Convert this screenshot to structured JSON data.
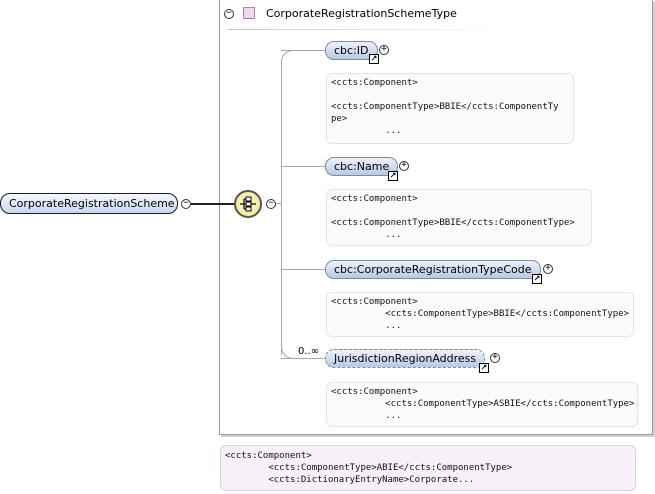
{
  "type": {
    "name": "CorporateRegistrationSchemeType",
    "collapse_symbol": "−"
  },
  "root": {
    "name": "CorporateRegistrationScheme",
    "collapse_symbol": "−"
  },
  "sequence": {
    "collapse_symbol": "−"
  },
  "children": [
    {
      "name": "cbc:ID",
      "expand_symbol": "+",
      "annotation": "<ccts:Component>\n\n<ccts:ComponentType>BBIE</ccts:ComponentTy\npe>\n          ..."
    },
    {
      "name": "cbc:Name",
      "expand_symbol": "+",
      "annotation": "<ccts:Component>\n\n<ccts:ComponentType>BBIE</ccts:ComponentType>\n          ..."
    },
    {
      "name": "cbc:CorporateRegistrationTypeCode",
      "expand_symbol": "+",
      "annotation": "<ccts:Component>\n          <ccts:ComponentType>BBIE</ccts:ComponentType>\n          ..."
    },
    {
      "name": "JurisdictionRegionAddress",
      "expand_symbol": "+",
      "occurrence": "0..∞",
      "annotation": "<ccts:Component>\n          <ccts:ComponentType>ASBIE</ccts:ComponentType>\n          ..."
    }
  ],
  "type_annotation": "<ccts:Component>\n        <ccts:ComponentType>ABIE</ccts:ComponentType>\n        <ccts:DictionaryEntryName>Corporate...",
  "ref_symbol": "↗"
}
